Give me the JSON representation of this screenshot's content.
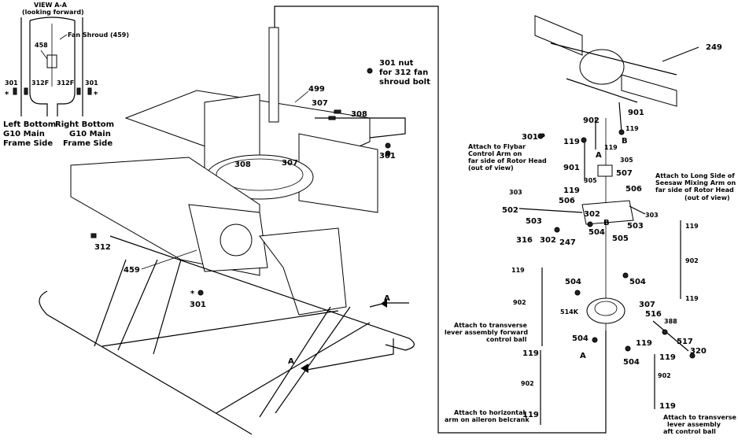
{
  "view_aa": {
    "title": "VIEW A-A",
    "subtitle": "(looking forward)",
    "fan_shroud": "Fan Shroud (459)",
    "p458": "458",
    "p301_left": "301",
    "p312f_left": "312F",
    "p312f_right": "312F",
    "p301_right": "301",
    "left_caption": [
      "Left Bottom",
      "G10 Main",
      "Frame Side"
    ],
    "right_caption": [
      "Right Bottom",
      "G10 Main",
      "Frame Side"
    ]
  },
  "left_assembly": {
    "p301_nut": [
      "301 nut",
      "for 312 fan",
      "shroud bolt"
    ],
    "p499": "499",
    "p307_top": "307",
    "p308_right": "308",
    "p301_right": "301",
    "p308_mid": "308",
    "p307_mid": "307",
    "p312": "312",
    "p459": "459",
    "p301_bottom": "301",
    "label_a_upper": "A",
    "label_a_lower": "A"
  },
  "right_assembly": {
    "p249": "249",
    "p901_top": "901",
    "p902_top": "902",
    "p119_a": "119",
    "p301": "301",
    "label_b_top": "B",
    "p119_b": "119",
    "label_a_mid": "A",
    "p119_c": "119",
    "p305_a": "305",
    "p901_left": "901",
    "p507": "507",
    "p119_d": "119",
    "p305_b": "305",
    "p506_right": "506",
    "p303_left": "303",
    "p506_mid": "506",
    "p502": "502",
    "p302_a": "302",
    "p503_left": "503",
    "p303_right": "303",
    "label_b_mid": "B",
    "p503_right": "503",
    "p504_mid": "504",
    "p505": "505",
    "p316": "316",
    "p302_b": "302",
    "p247": "247",
    "note_flybar": [
      "Attach to Flybar",
      "Control Arm on",
      "far side of Rotor Head",
      "(out of view)"
    ],
    "note_seesaw": [
      "Attach to Long Side of",
      "Seesaw Mixing Arm on",
      "far side  of Rotor Head",
      "(out of view)"
    ],
    "p119_e": "119",
    "p504_left": "504",
    "p504_right": "504",
    "p119_f": "119",
    "p902_right": "902",
    "p119_g": "119",
    "p902_left": "902",
    "p514k": "514K",
    "p307": "307",
    "p516": "516",
    "p388": "388",
    "note_forward": [
      "Attach to transverse",
      "lever assembly forward",
      "control ball"
    ],
    "p504_lower": "504",
    "p119_h": "119",
    "label_a_low": "A",
    "p119_i": "119",
    "p517": "517",
    "p320": "320",
    "p504_bottom": "504",
    "p119_j": "119",
    "p902_lower_left": "902",
    "p902_lower_right": "902",
    "note_aileron": [
      "Attach to horizontal",
      "arm on aileron belcrank"
    ],
    "p119_k": "119",
    "p119_l": "119",
    "note_aft": [
      "Attach to transverse",
      "lever assembly",
      "aft control ball"
    ]
  }
}
